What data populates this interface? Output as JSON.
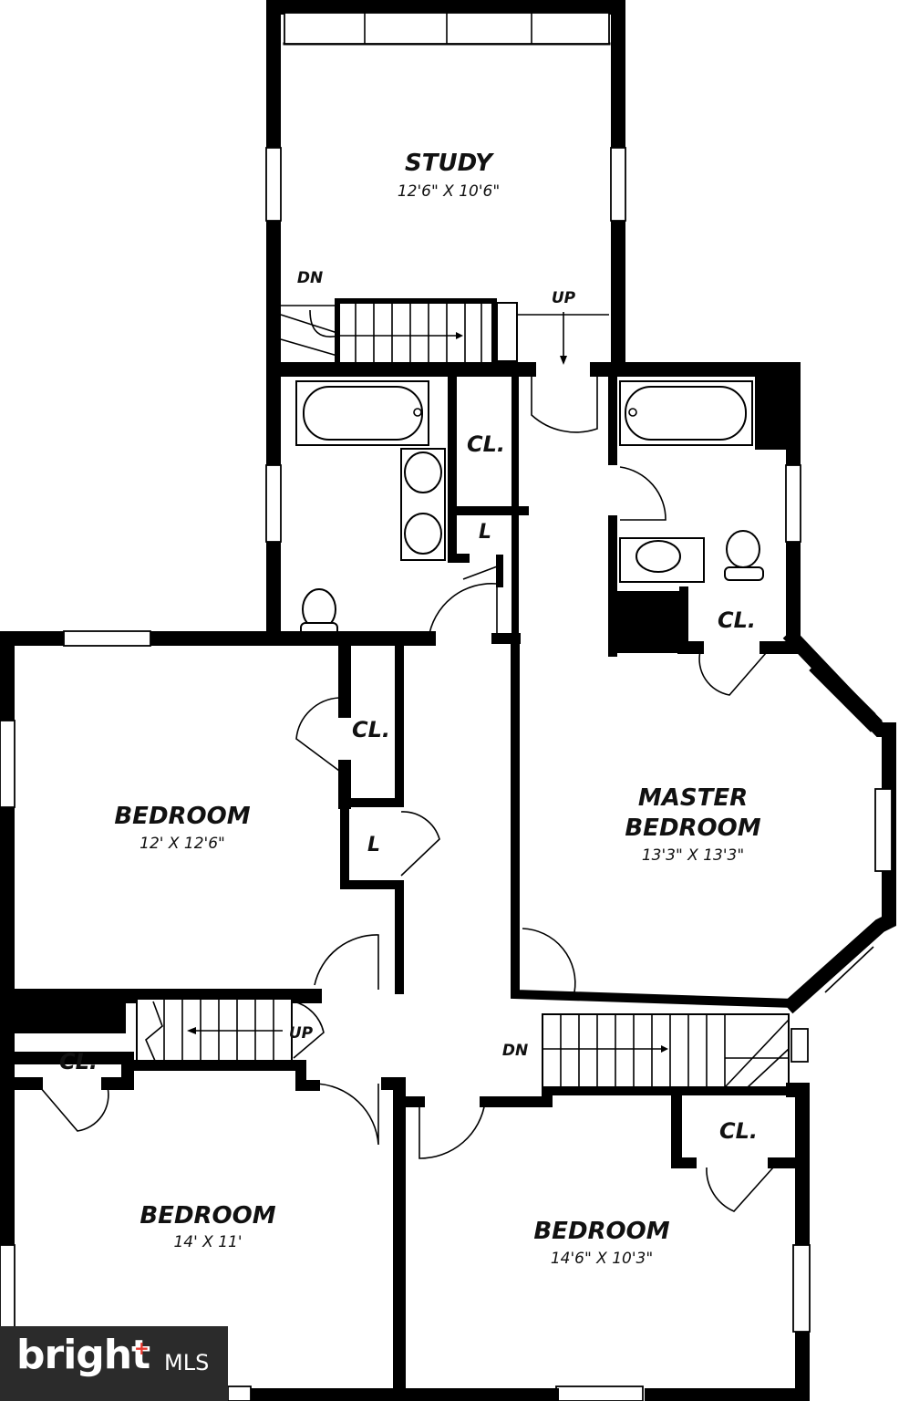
{
  "rooms": {
    "study": {
      "name": "STUDY",
      "dims": "12'6\" X 10'6\""
    },
    "master": {
      "name1": "MASTER",
      "name2": "BEDROOM",
      "dims": "13'3\" X 13'3\""
    },
    "bedroom_nw": {
      "name": "BEDROOM",
      "dims": "12' X 12'6\""
    },
    "bedroom_sw": {
      "name": "BEDROOM",
      "dims": "14' X 11'"
    },
    "bedroom_se": {
      "name": "BEDROOM",
      "dims": "14'6\" X 10'3\""
    }
  },
  "labels": {
    "closet": "CL.",
    "linen": "L",
    "down": "DN",
    "up": "UP"
  },
  "watermark": {
    "brand": "bright",
    "suffix": "MLS",
    "accent": "#e8382f"
  }
}
